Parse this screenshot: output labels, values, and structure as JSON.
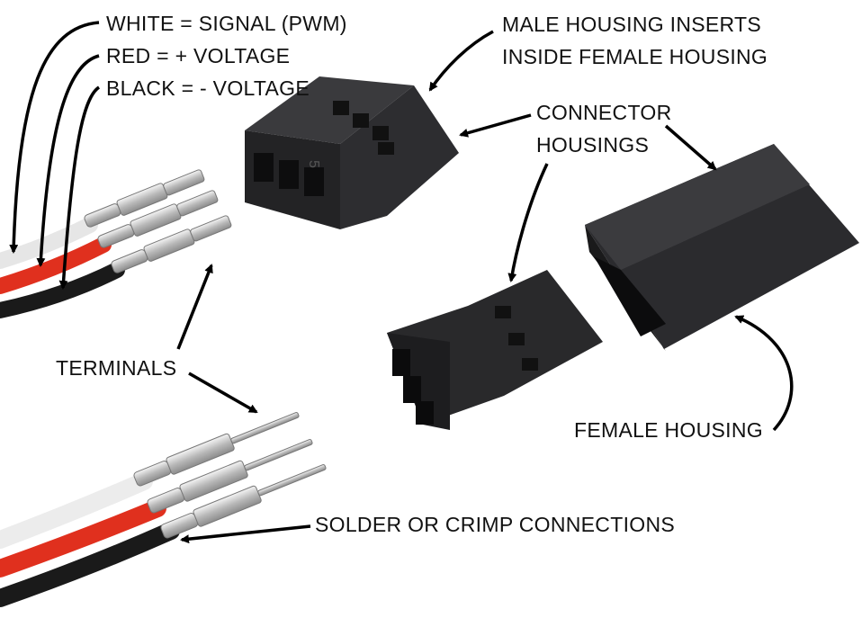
{
  "labels": {
    "white_wire": "WHITE = SIGNAL (PWM)",
    "red_wire": "RED = + VOLTAGE",
    "black_wire": "BLACK = - VOLTAGE",
    "male_insert_line1": "MALE HOUSING INSERTS",
    "male_insert_line2": "INSIDE FEMALE HOUSING",
    "connector_line1": "CONNECTOR",
    "connector_line2": "HOUSINGS",
    "terminals": "TERMINALS",
    "female_housing": "FEMALE HOUSING",
    "solder_crimp": "SOLDER OR CRIMP CONNECTIONS",
    "housing_mark": "5"
  },
  "colors": {
    "background": "#ffffff",
    "housing": "#2a2a2c",
    "wire_white": "#f2f2f2",
    "wire_red": "#e0301e",
    "wire_black": "#1a1a1a",
    "metal": "#c9c9c9",
    "arrow": "#000000"
  }
}
